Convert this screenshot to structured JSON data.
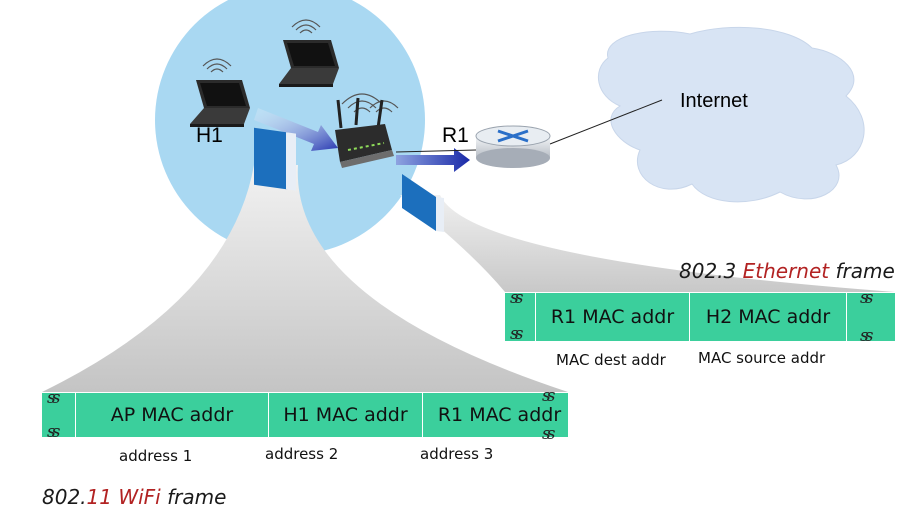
{
  "labels": {
    "internet": "Internet",
    "h1": "H1",
    "r1": "R1"
  },
  "ethernet": {
    "caption": {
      "number": "802.3",
      "protocol": "Ethernet",
      "word": "frame"
    },
    "fields": [
      "R1 MAC addr",
      "H2 MAC addr"
    ],
    "field_descriptions": [
      "MAC dest addr",
      "MAC source addr"
    ]
  },
  "wifi": {
    "caption": {
      "number_prefix": "802.",
      "number_suffix": "11",
      "protocol": "WiFi",
      "word": "frame"
    },
    "fields": [
      "AP MAC addr",
      "H1 MAC addr",
      "R1 MAC addr"
    ],
    "field_descriptions": [
      "address 1",
      "address 2",
      "address 3"
    ]
  },
  "colors": {
    "wireless_cell": "#a9d8f2",
    "internet_cloud": "#d8e4f4",
    "frame_fill": "#3bcf9c",
    "packet_blue": "#1c6fbd",
    "arrow_blue": "#2535b0",
    "caption_accent": "#b22222"
  },
  "icons": [
    "laptop-icon",
    "laptop-icon",
    "wifi-access-point-icon",
    "router-icon",
    "cloud-icon"
  ]
}
